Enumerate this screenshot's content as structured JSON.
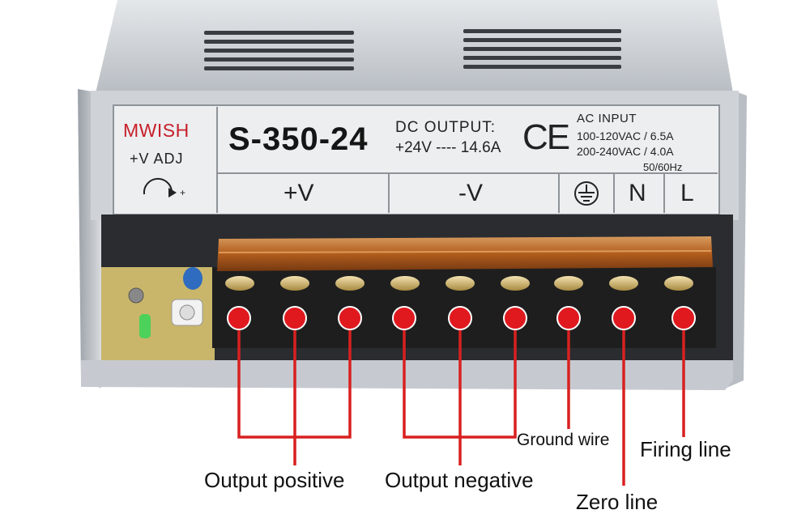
{
  "label": {
    "brand": "MWISH",
    "adjust": "+V ADJ",
    "model": "S-350-24",
    "dc_output_title": "DC OUTPUT:",
    "dc_output_value": "+24V ---- 14.6A",
    "ce_mark": "CE",
    "ac_input_title": "AC INPUT",
    "ac_input_line1": "100-120VAC / 6.5A",
    "ac_input_line2": "200-240VAC / 4.0A",
    "ac_input_freq": "50/60Hz",
    "terminals": [
      "+V",
      "-V",
      "N",
      "L"
    ]
  },
  "callouts": {
    "output_positive": "Output positive",
    "output_negative": "Output negative",
    "ground_wire": "Ground wire",
    "zero_line": "Zero line",
    "firing_line": "Firing line"
  },
  "colors": {
    "marker_red": "#e0191f",
    "line_red": "#d82020",
    "chassis": "#c9cdd3",
    "label_plate": "#eceef0",
    "terminal_cover": "#c86a20",
    "terminal_block": "#1e1e1e",
    "pcb": "#c9b66a"
  }
}
